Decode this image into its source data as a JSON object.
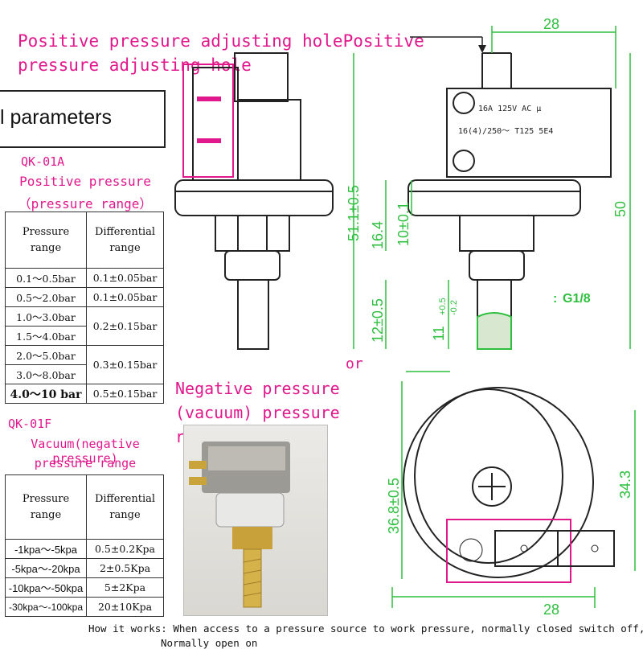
{
  "header": {
    "positive_hole_label": "Positive pressure adjusting holePositive pressure adjusting hole",
    "negative_hole_label": "Negative pressure (vacuum) pressure regulator hole",
    "params_title": "l parameters"
  },
  "positive_section": {
    "model": "QK-01A",
    "title": "Positive pressure",
    "subtitle": "（pressure range）",
    "col_range": "Pressure range",
    "col_diff": "Differential range",
    "rows": [
      [
        "0.1～0.5bar",
        "0.1±0.05bar"
      ],
      [
        "0.5～2.0bar",
        "0.1±0.05bar"
      ],
      [
        "1.0～3.0bar",
        "0.2±0.15bar"
      ],
      [
        "1.5～4.0bar",
        ""
      ],
      [
        "2.0～5.0bar",
        "0.3±0.15bar"
      ],
      [
        "3.0～8.0bar",
        ""
      ],
      [
        "4.0～10 bar",
        "0.5±0.15bar"
      ]
    ]
  },
  "negative_section": {
    "model": "QK-01F",
    "title": "Vacuum(negative pressure)",
    "subtitle": "pressure range",
    "col_range": "Pressure range",
    "col_diff": "Differential range",
    "rows": [
      [
        "-1kpa～-5kpa",
        "0.5±0.2Kpa"
      ],
      [
        "-5kpa～-20kpa",
        "2±0.5Kpa"
      ],
      [
        "-10kpa～-50kpa",
        "5±2Kpa"
      ],
      [
        "-30kpa～-100kpa",
        "20±10Kpa"
      ]
    ]
  },
  "drawing": {
    "dim_width_top": "28",
    "dim_width_bottom": "28",
    "dim_height_total": "50",
    "dim_height_body": "51.1±0.5",
    "dim_16_4": "16.4",
    "dim_10": "10±0.1",
    "dim_12": "12±0.5",
    "dim_11": "11",
    "dim_11_tol_plus": "+0.5",
    "dim_11_tol_minus": "-0.2",
    "thread": "G1/8",
    "thread_prefix": ":",
    "dim_36_8": "36.8±0.5",
    "dim_34_3": "34.3",
    "switch_line1": "16A  125V AC  μ",
    "switch_line2": "16(4)/250～ T125 5E4",
    "fragment_or": "or"
  },
  "footer": {
    "how_it_works_line1": "How it works: When access to a pressure source to work pressure, normally closed switch off,",
    "how_it_works_line2": "Normally open on"
  },
  "colors": {
    "accent": "#e0188c",
    "dimension": "#2fbf3f",
    "line": "#222222"
  }
}
